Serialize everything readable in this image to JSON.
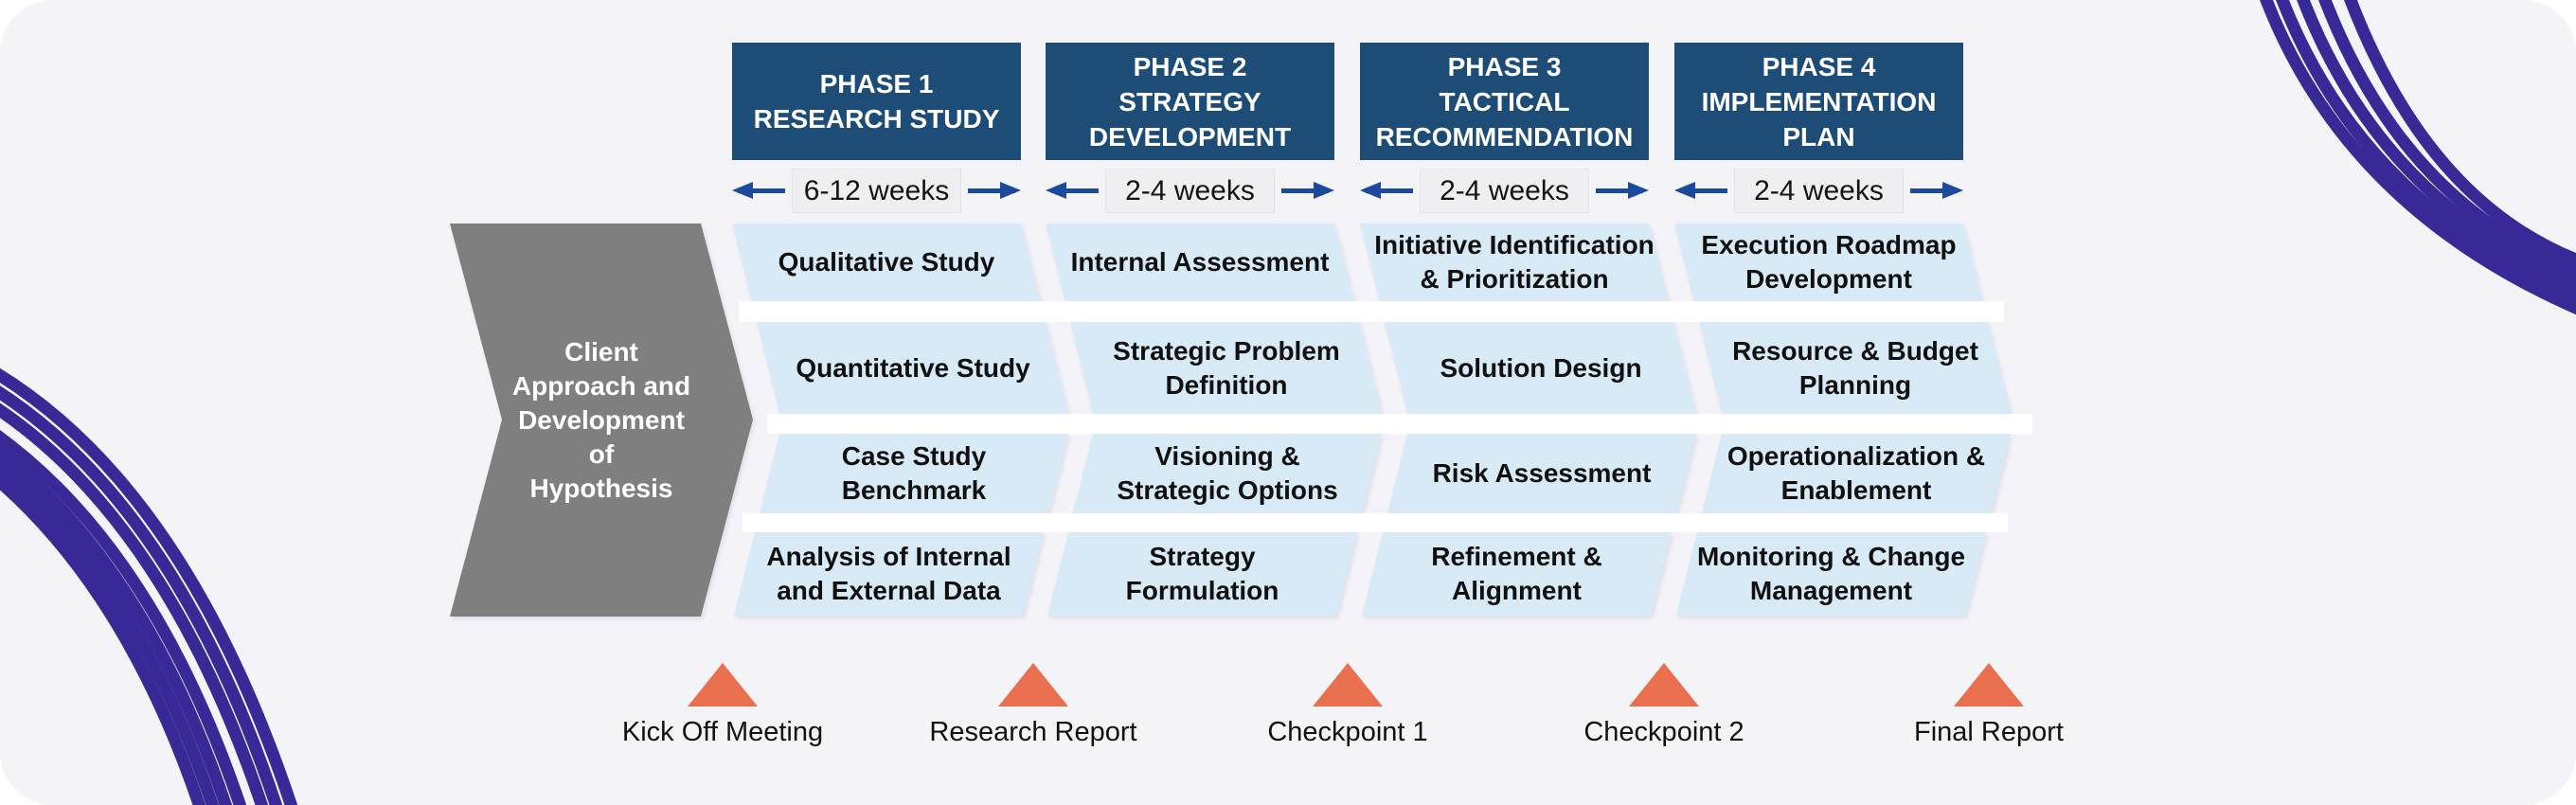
{
  "colors": {
    "card_background": "#f4f3f8",
    "phase_header_navy": "#1d4c77",
    "duration_arrow_blue": "#1b4a9c",
    "task_light_blue": "#d8eaf6",
    "client_chevron_gray": "#7f7f7f",
    "milestone_coral": "#e9704e",
    "decorative_purple": "#382a96",
    "row_gap_white": "#ffffff",
    "weeks_box_gray": "#efeff1"
  },
  "client_chevron": {
    "label": "Client\nApproach and\nDevelopment\nof\nHypothesis"
  },
  "phases": [
    {
      "header": "PHASE 1\nRESEARCH STUDY",
      "duration": "6-12 weeks",
      "tasks": [
        "Qualitative Study",
        "Quantitative Study",
        "Case Study\nBenchmark",
        "Analysis of Internal\nand External Data"
      ]
    },
    {
      "header": "PHASE 2\nSTRATEGY\nDEVELOPMENT",
      "duration": "2-4 weeks",
      "tasks": [
        "Internal Assessment",
        "Strategic Problem\nDefinition",
        "Visioning &\nStrategic Options",
        "Strategy\nFormulation"
      ]
    },
    {
      "header": "PHASE 3\nTACTICAL\nRECOMMENDATION",
      "duration": "2-4 weeks",
      "tasks": [
        "Initiative Identification\n& Prioritization",
        "Solution Design",
        "Risk Assessment",
        "Refinement &\nAlignment"
      ]
    },
    {
      "header": "PHASE 4\nIMPLEMENTATION\nPLAN",
      "duration": "2-4 weeks",
      "tasks": [
        "Execution Roadmap\nDevelopment",
        "Resource & Budget\nPlanning",
        "Operationalization &\nEnablement",
        "Monitoring & Change\nManagement"
      ]
    }
  ],
  "milestones": [
    {
      "label": "Kick Off Meeting"
    },
    {
      "label": "Research Report"
    },
    {
      "label": "Checkpoint 1"
    },
    {
      "label": "Checkpoint 2"
    },
    {
      "label": "Final Report"
    }
  ]
}
